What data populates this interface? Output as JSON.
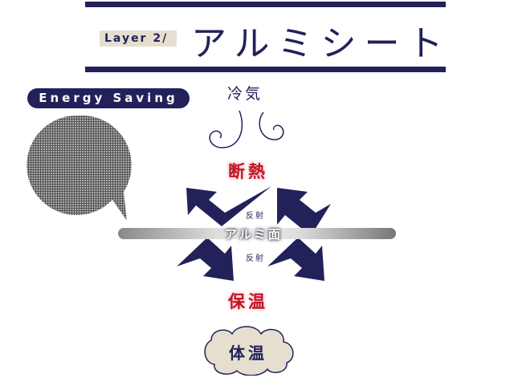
{
  "header": {
    "layer_label": "Layer 2/",
    "title": "アルミシート"
  },
  "badge": "Energy Saving",
  "cold_air": "冷気",
  "insulation": "断熱",
  "reflect_top": "反射",
  "surface": "アルミ面",
  "reflect_bottom": "反射",
  "heat_retention": "保温",
  "body_heat": "体温",
  "colors": {
    "navy": "#22215a",
    "red": "#c0142a",
    "beige": "#e6dfcf"
  }
}
